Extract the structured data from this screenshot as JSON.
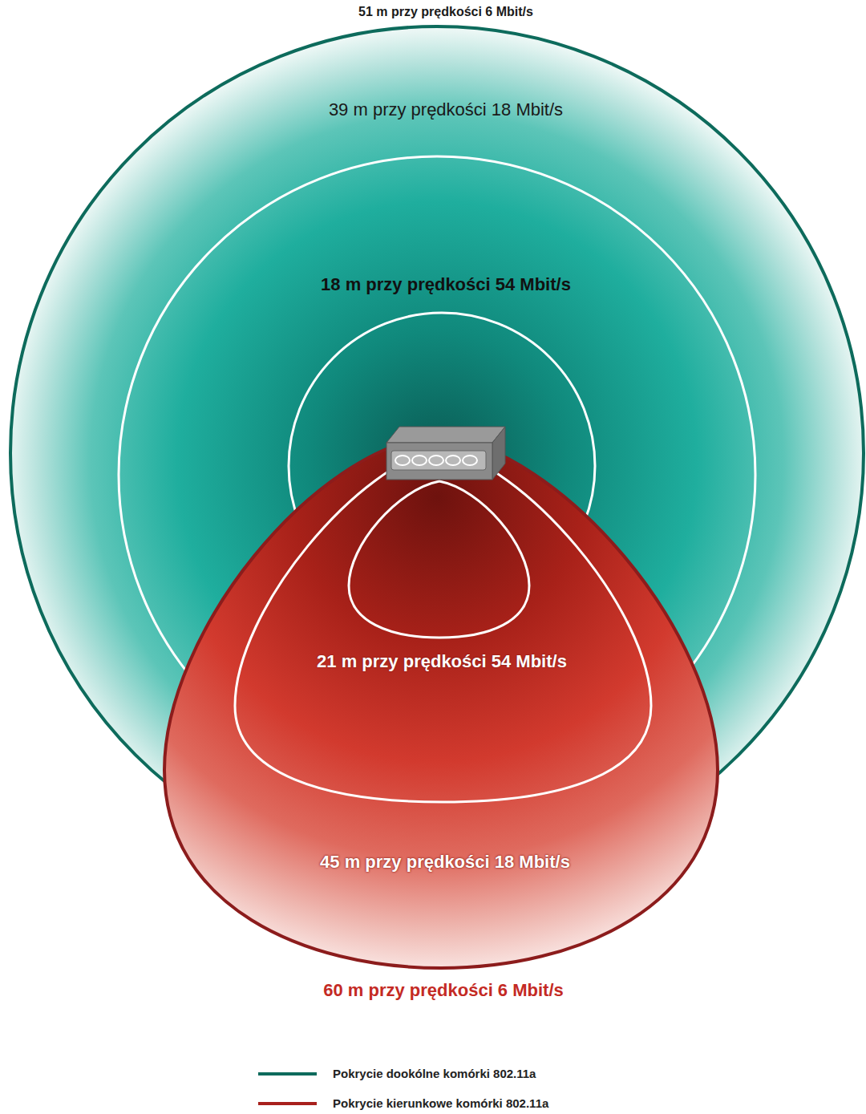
{
  "diagram": {
    "nodes": [
      {
        "text": [
          "51 m przy prędkości 6 Mbit/s"
        ]
      },
      {
        "text": [
          "39 m przy prędkości 18 Mbit/s"
        ],
        "in": 0
      },
      {
        "text": [
          "18 m przy prędkości 54 Mbit/s"
        ],
        "in": 1
      },
      {
        "text": [
          "60 m przy prędkości 6 Mbit/s"
        ]
      },
      {
        "text": [
          "45 m przy prędkości 18 Mbit/s"
        ],
        "in": 3
      },
      {
        "text": [
          "21 m przy prędkości 54 Mbit/s"
        ],
        "in": 4
      }
    ],
    "legend": [
      {
        "text": "Pokrycie dookólne komórki 802.11a"
      },
      {
        "text": "Pokrycie kierunkowe komórki 802.11a"
      }
    ]
  }
}
